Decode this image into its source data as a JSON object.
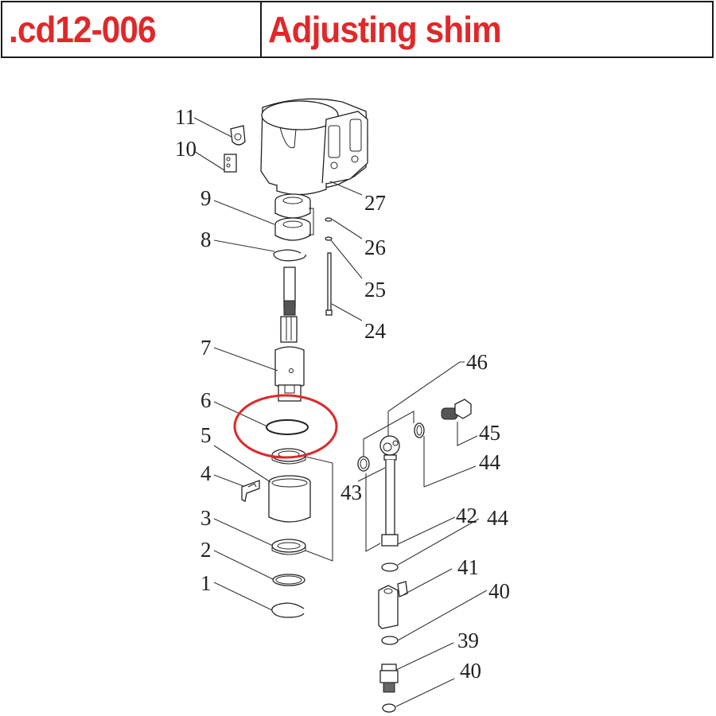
{
  "header": {
    "part_code": ".cd12-006",
    "part_name": "Adjusting shim"
  },
  "colors": {
    "accent": "#e0282a",
    "line": "#222222",
    "border": "#1a1a1a"
  },
  "diagram": {
    "type": "exploded-parts-view",
    "highlight": {
      "part": "6",
      "shape": "red-ellipse"
    },
    "callouts": [
      {
        "id": "c1",
        "label": "1"
      },
      {
        "id": "c2",
        "label": "2"
      },
      {
        "id": "c3",
        "label": "3"
      },
      {
        "id": "c4",
        "label": "4"
      },
      {
        "id": "c5",
        "label": "5"
      },
      {
        "id": "c6",
        "label": "6"
      },
      {
        "id": "c7",
        "label": "7"
      },
      {
        "id": "c8",
        "label": "8"
      },
      {
        "id": "c9",
        "label": "9"
      },
      {
        "id": "c10",
        "label": "10"
      },
      {
        "id": "c11",
        "label": "11"
      },
      {
        "id": "c24",
        "label": "24"
      },
      {
        "id": "c25",
        "label": "25"
      },
      {
        "id": "c26",
        "label": "26"
      },
      {
        "id": "c27",
        "label": "27"
      },
      {
        "id": "c39",
        "label": "39"
      },
      {
        "id": "c40a",
        "label": "40"
      },
      {
        "id": "c40b",
        "label": "40"
      },
      {
        "id": "c41",
        "label": "41"
      },
      {
        "id": "c42",
        "label": "42"
      },
      {
        "id": "c43",
        "label": "43"
      },
      {
        "id": "c44a",
        "label": "44"
      },
      {
        "id": "c44b",
        "label": "44"
      },
      {
        "id": "c45",
        "label": "45"
      },
      {
        "id": "c46",
        "label": "46"
      }
    ]
  }
}
